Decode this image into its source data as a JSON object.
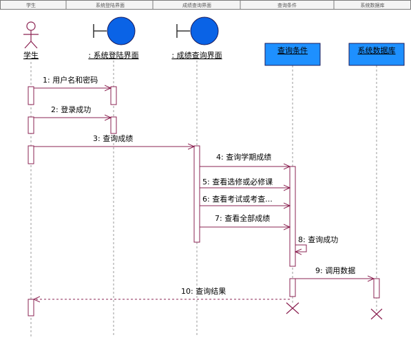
{
  "header_columns": [
    "学生",
    "系统登陆界面",
    "成绩查询界面",
    "查询条件",
    "系统数据库"
  ],
  "participants": [
    {
      "id": "student",
      "kind": "actor",
      "label": "学生"
    },
    {
      "id": "login_ui",
      "kind": "boundary",
      "label": ": 系统登陆界面"
    },
    {
      "id": "query_ui",
      "kind": "boundary",
      "label": ": 成绩查询界面"
    },
    {
      "id": "conditions",
      "kind": "box",
      "label": "查询条件"
    },
    {
      "id": "db",
      "kind": "box",
      "label": "系统数据库"
    }
  ],
  "messages": [
    {
      "label": "1: 用户名和密码",
      "from": "student",
      "to": "login_ui"
    },
    {
      "label": "2: 登录成功",
      "from": "student",
      "to": "login_ui"
    },
    {
      "label": "3: 查询成绩",
      "from": "student",
      "to": "query_ui"
    },
    {
      "label": "4: 查询学期成绩",
      "from": "query_ui",
      "to": "conditions"
    },
    {
      "label": "5: 查看选修或必修课",
      "from": "query_ui",
      "to": "conditions"
    },
    {
      "label": "6: 查看考试或考查...",
      "from": "query_ui",
      "to": "conditions"
    },
    {
      "label": "7: 查看全部成绩",
      "from": "query_ui",
      "to": "conditions"
    },
    {
      "label": "8: 查询成功",
      "from": "conditions",
      "to": "conditions"
    },
    {
      "label": "9: 调用数据",
      "from": "conditions",
      "to": "db"
    },
    {
      "label": "10: 查询结果",
      "from": "conditions",
      "to": "student"
    }
  ],
  "colors": {
    "header_border": "#7a7a7a",
    "message": "#8a2050",
    "lifeline": "#9a9a9a",
    "activation": "#8a2050",
    "boundary_fill": "#0a63e6",
    "box_fill": "#1e90ff",
    "destroy": "#8a2050"
  }
}
